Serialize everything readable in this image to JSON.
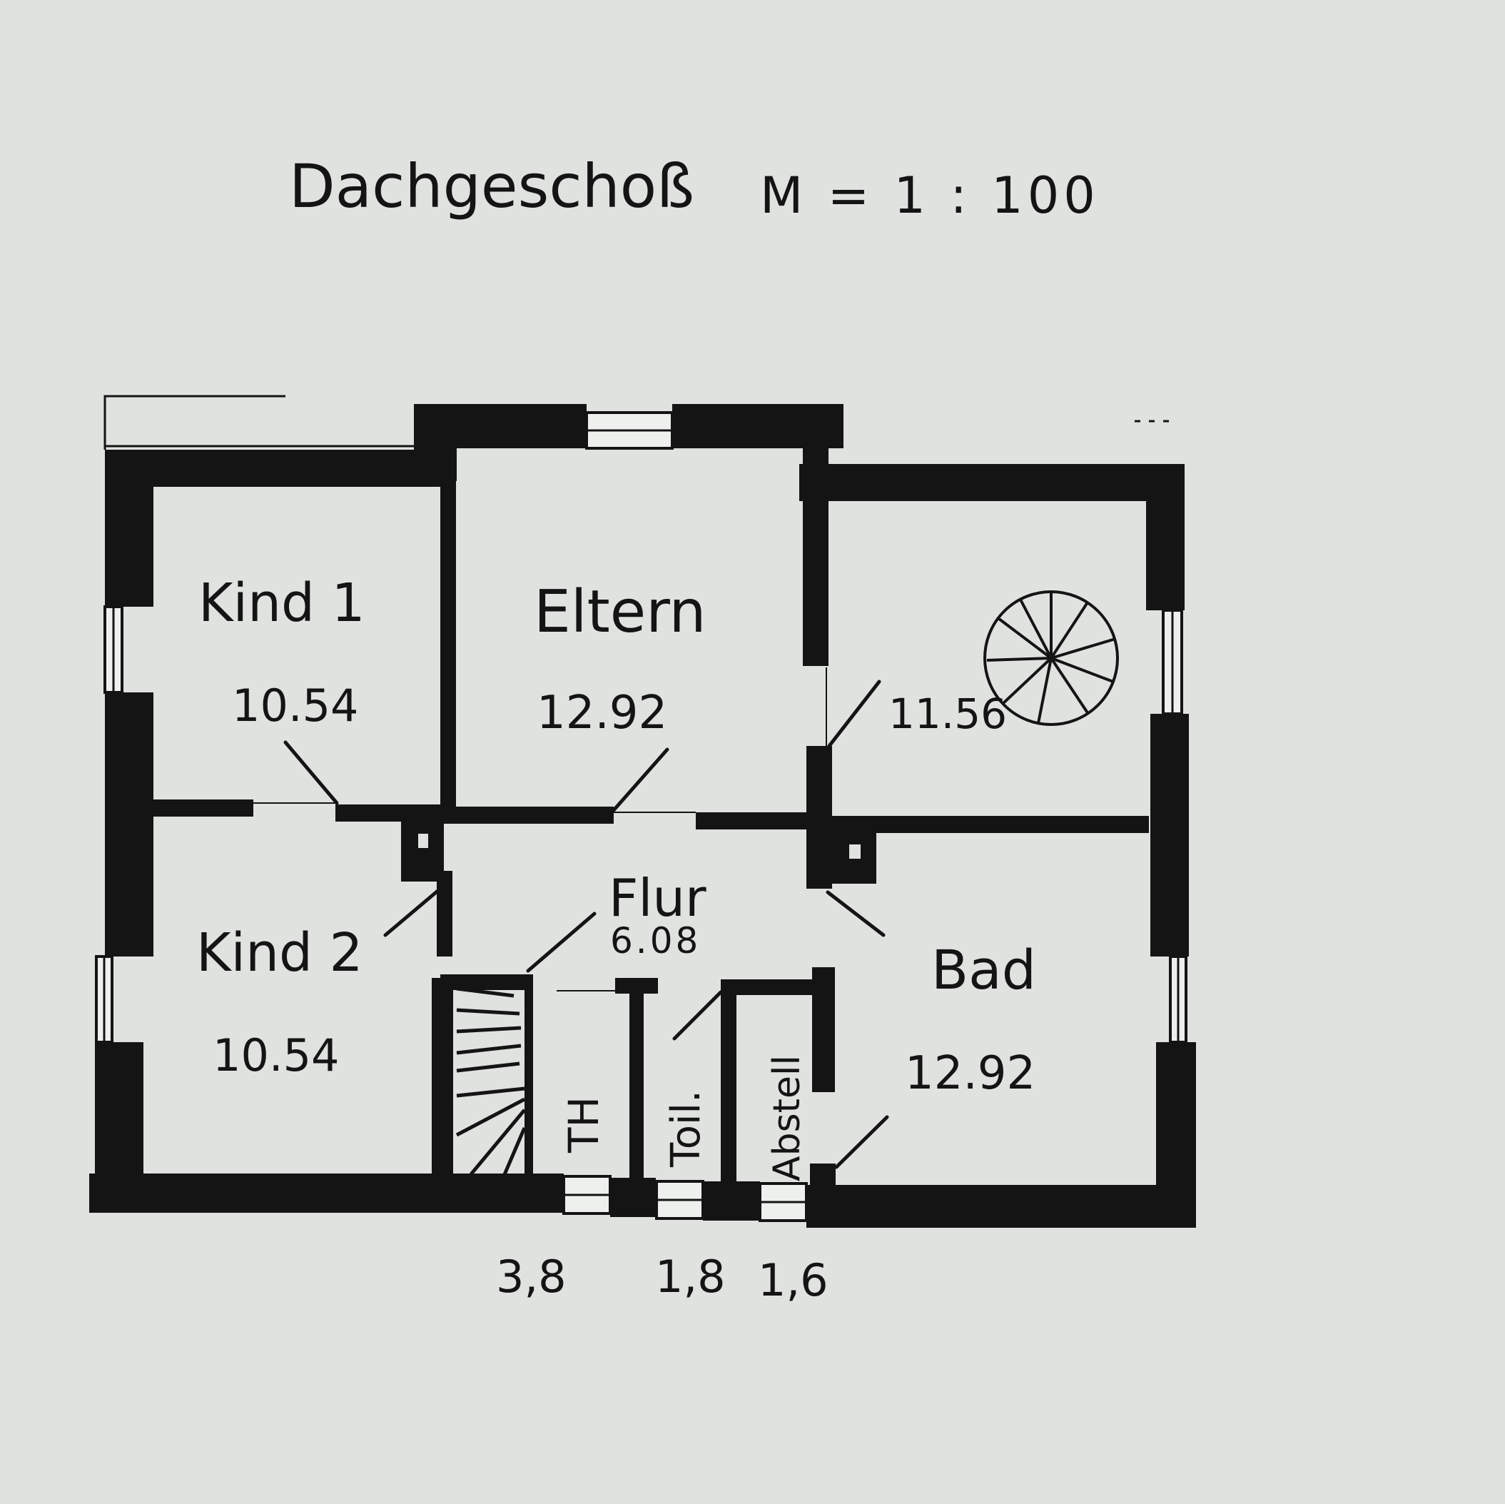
{
  "drawing": {
    "title": "Dachgeschoß",
    "scale": "M = 1 : 100"
  },
  "rooms": {
    "kind1": {
      "name": "Kind 1",
      "area": "10.54"
    },
    "eltern": {
      "name": "Eltern",
      "area": "12.92"
    },
    "treppe_zimmer": {
      "area": "11.56"
    },
    "kind2": {
      "name": "Kind 2",
      "area": "10.54"
    },
    "flur": {
      "name": "Flur",
      "area": "6.08"
    },
    "bad": {
      "name": "Bad",
      "area": "12.92"
    },
    "th": {
      "name": "TH"
    },
    "toil": {
      "name": "Toil."
    },
    "abstell": {
      "name": "Abstell"
    }
  },
  "bottom_dimensions": [
    "3,8",
    "1,8",
    "1,6"
  ],
  "colors": {
    "paper": "#dfe2df",
    "ink": "#141414"
  }
}
